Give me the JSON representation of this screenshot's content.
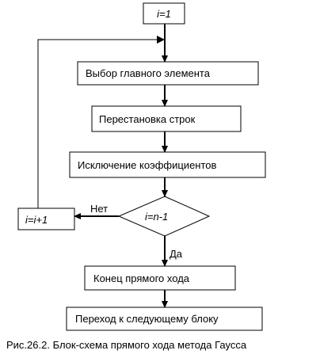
{
  "diagram": {
    "nodes": {
      "init": "i=1",
      "select_pivot": "Выбор главного элемента",
      "swap_rows": "Перестановка строк",
      "eliminate": "Исключение коэффициентов",
      "condition": "i=n-1",
      "increment": "i=i+1",
      "end_forward": "Конец прямого хода",
      "next_block": "Переход к следующему блоку"
    },
    "edge_labels": {
      "no": "Нет",
      "yes": "Да"
    },
    "caption": "Рис.26.2. Блок-схема прямого хода метода Гаусса"
  }
}
